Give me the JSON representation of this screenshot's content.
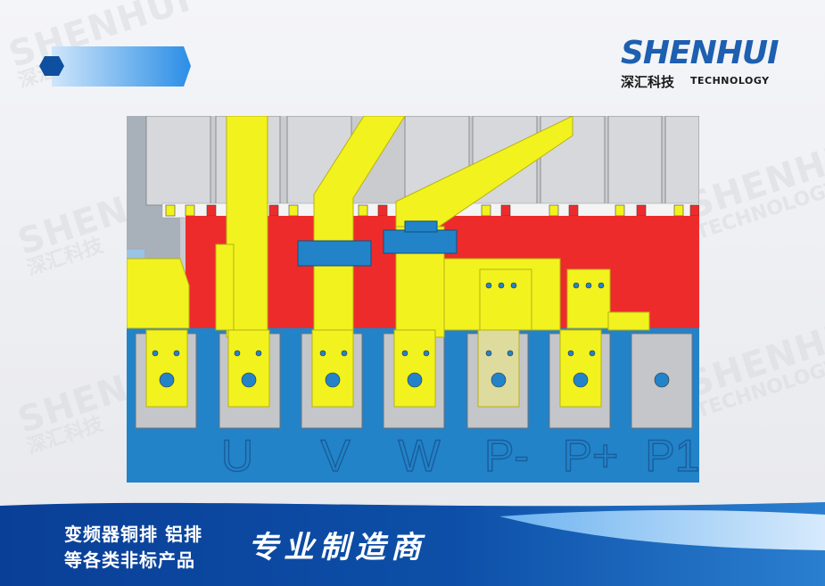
{
  "brand": {
    "name": "SHENHUI",
    "name_cn": "深汇科技",
    "subtitle": "TECHNOLOGY"
  },
  "watermark": {
    "name": "SHENHUI",
    "name_cn": "深汇科技",
    "subtitle": "TECHNOLOGY"
  },
  "terminals": [
    "U",
    "V",
    "W",
    "P-",
    "P+",
    "P1"
  ],
  "banner": {
    "line1": "变频器铜排 铝排",
    "line2": "等各类非标产品",
    "slogan": "专业制造商"
  },
  "colors": {
    "brand_blue": "#1d5fb0",
    "busbar_yellow": "#f2f21e",
    "plate_red": "#ee2b2b",
    "base_blue": "#2283c9",
    "banner_blue": "#0a3f97"
  }
}
